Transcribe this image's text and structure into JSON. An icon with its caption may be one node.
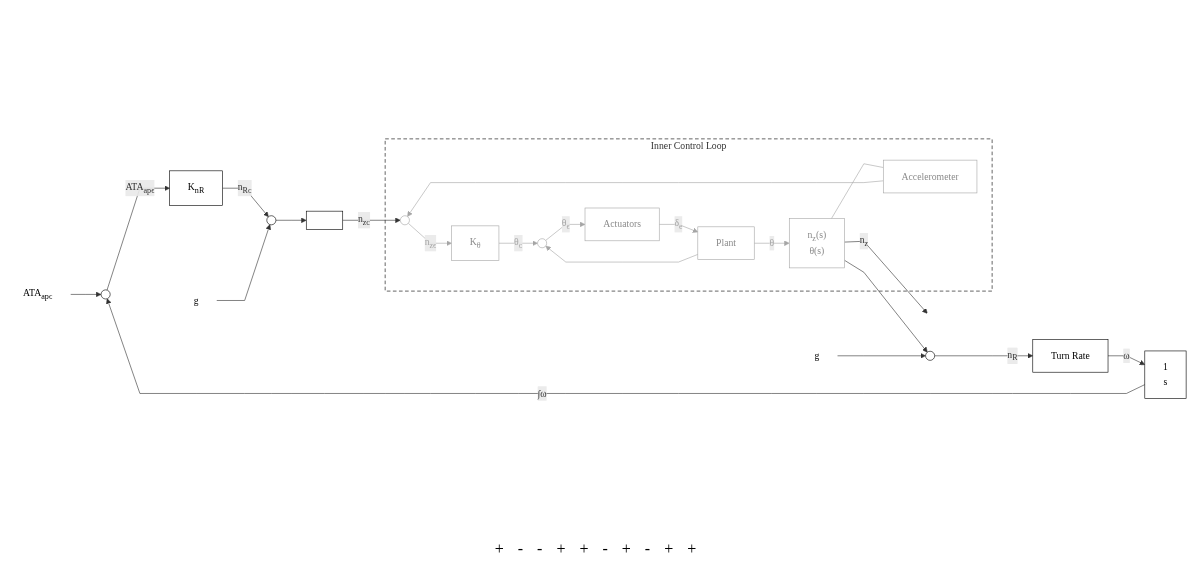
{
  "diagram": {
    "nodes": [
      {
        "text": [
          "ATA$_{apc}$"
        ]
      },
      {
        "text": [],
        "shape": "circle"
      },
      {
        "text": [
          "K$_{nR}$"
        ]
      },
      {
        "text": [
          "g"
        ]
      },
      {
        "text": [],
        "shape": "circle"
      },
      {
        "text": [],
        "shape": "box"
      },
      {
        "text": [
          "Inner Control Loop"
        ]
      },
      {
        "text": [],
        "shape": "circle",
        "in": 6
      },
      {
        "text": [
          "K$_{θ}$"
        ],
        "in": 6
      },
      {
        "text": [],
        "shape": "circle",
        "in": 6
      },
      {
        "text": [
          "Actuators"
        ],
        "in": 6
      },
      {
        "text": [
          "Plant"
        ],
        "in": 6
      },
      {
        "text": [
          "n$_{z}$(s)",
          "θ(s)"
        ],
        "in": 6
      },
      {
        "text": [
          "Accelerometer"
        ],
        "in": 6
      },
      {
        "text": [],
        "shape": "circle"
      },
      {
        "text": [
          "g"
        ]
      },
      {
        "text": [
          "Turn Rate"
        ]
      },
      {
        "text": [
          "1",
          "s"
        ]
      }
    ],
    "edges": [
      {
        "from": 0,
        "to": 1,
        "arrow": "to"
      },
      {
        "from": 1,
        "to": 2,
        "arrow": "to",
        "label": "ATA$_{apϵ}$"
      },
      {
        "from": 2,
        "to": 4,
        "arrow": "to",
        "label": "n$_{Rc}$"
      },
      {
        "from": 3,
        "to": 4,
        "arrow": "to"
      },
      {
        "from": 4,
        "to": 5,
        "arrow": "to"
      },
      {
        "from": 5,
        "to": 7,
        "arrow": "to",
        "label": "n$_{zc}$"
      },
      {
        "from": 7,
        "to": 8,
        "arrow": "to",
        "label": "n$_{zϵ}$",
        "color": "#a6a6a6"
      },
      {
        "from": 8,
        "to": 9,
        "arrow": "to",
        "label": "θ$_{c}$",
        "color": "#a6a6a6"
      },
      {
        "from": 9,
        "to": 10,
        "arrow": "to",
        "label": "θ$_{ϵ}$",
        "color": "#a6a6a6"
      },
      {
        "from": 10,
        "to": 11,
        "arrow": "to",
        "label": "δ$_{e}$",
        "color": "#a6a6a6"
      },
      {
        "from": 11,
        "to": 12,
        "arrow": "to",
        "label": "θ",
        "color": "#a6a6a6"
      },
      {
        "from": 11,
        "to": 9,
        "arrow": "to",
        "color": "#a6a6a6"
      },
      {
        "from": 12,
        "to": null,
        "arrow": "to",
        "label": "n$_{z}$"
      },
      {
        "from": 12,
        "to": 13,
        "arrow": "none",
        "color": "#a6a6a6"
      },
      {
        "from": 13,
        "to": 7,
        "arrow": "to",
        "color": "#a6a6a6"
      },
      {
        "from": 12,
        "to": 14,
        "arrow": "to"
      },
      {
        "from": 15,
        "to": 14,
        "arrow": "to"
      },
      {
        "from": 14,
        "to": 16,
        "arrow": "to",
        "label": "n$_{R}$"
      },
      {
        "from": 16,
        "to": 17,
        "arrow": "to",
        "label": "ω"
      },
      {
        "from": 17,
        "to": 1,
        "arrow": "to",
        "label": "∫ω"
      }
    ],
    "labels": [
      "+",
      "-",
      "-",
      "+",
      "+",
      "-",
      "+",
      "-",
      "+",
      "+"
    ]
  }
}
